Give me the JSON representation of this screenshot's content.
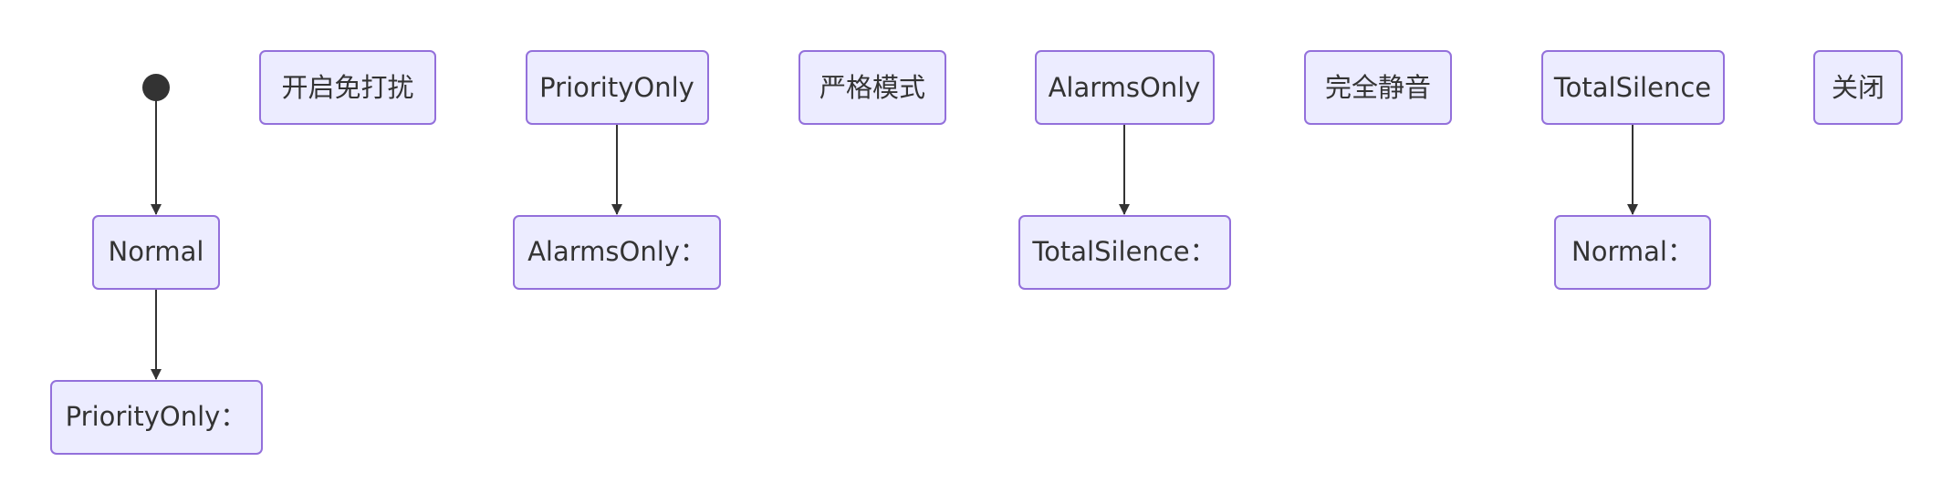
{
  "diagram": {
    "type": "state",
    "nodes": {
      "normal": "Normal",
      "priority_only_1": "PriorityOnly：",
      "enable_dnd": "开启免打扰",
      "priority_only": "PriorityOnly",
      "alarms_only_1": "AlarmsOnly：",
      "strict_mode": "严格模式",
      "alarms_only": "AlarmsOnly",
      "total_silence_1": "TotalSilence：",
      "full_mute": "完全静音",
      "total_silence": "TotalSilence",
      "normal_1": "Normal：",
      "close": "关闭"
    },
    "edges": [
      {
        "from": "start",
        "to": "normal"
      },
      {
        "from": "normal",
        "to": "priority_only_1"
      },
      {
        "from": "priority_only",
        "to": "alarms_only_1"
      },
      {
        "from": "alarms_only",
        "to": "total_silence_1"
      },
      {
        "from": "total_silence",
        "to": "normal_1"
      }
    ],
    "colors": {
      "node_fill": "#ECECFF",
      "node_stroke": "#9370DB",
      "edge": "#333333",
      "text": "#333333"
    }
  }
}
